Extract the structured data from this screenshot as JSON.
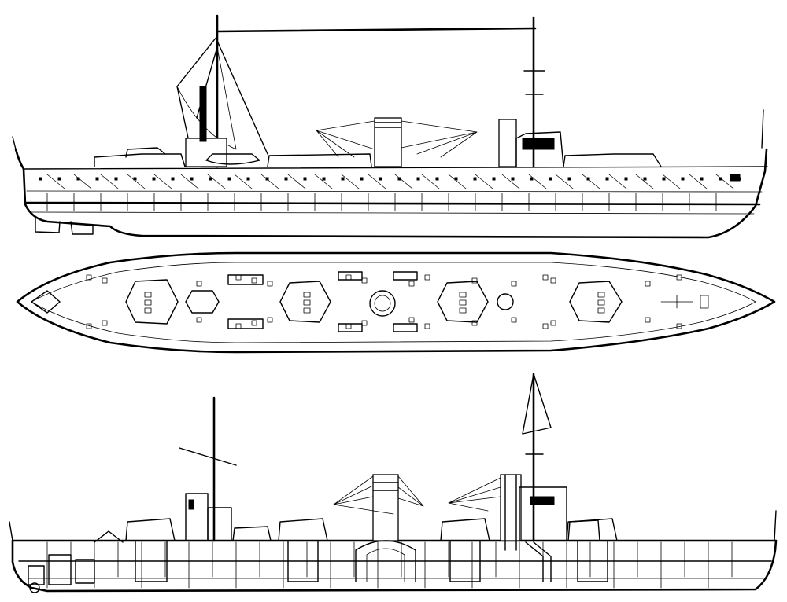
{
  "drawing": {
    "views": [
      {
        "id": "profile",
        "description_visible": ""
      },
      {
        "id": "plan",
        "description_visible": ""
      },
      {
        "id": "section",
        "description_visible": ""
      }
    ],
    "colors": {
      "ink": "#000000",
      "paper": "#ffffff"
    },
    "turrets": {
      "plan_count": 5
    },
    "funnels": 2,
    "masts": 2
  }
}
